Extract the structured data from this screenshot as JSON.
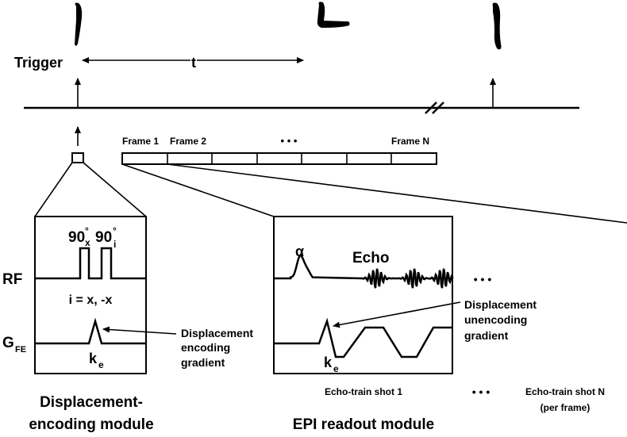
{
  "timeline": {
    "trigger_label": "Trigger",
    "interval_label": "t"
  },
  "frames": {
    "labels": [
      "Frame 1",
      "Frame 2",
      "Frame N"
    ],
    "ellipsis": "• • •"
  },
  "displacement_module": {
    "pulse_label_main": "90",
    "pulse_label_sup": "°",
    "pulse_label_sub_first": "x",
    "pulse_label_sub_second": "i",
    "rf_label": "RF",
    "phase_label": "i = x, -x",
    "gradient_label_main": "G",
    "gradient_label_sub": "FE",
    "ke_label_main": "k",
    "ke_label_sub": "e",
    "annotation_lines": [
      "Displacement",
      "encoding",
      "gradient"
    ],
    "title_lines": [
      "Displacement-",
      "encoding module"
    ]
  },
  "epi_module": {
    "alpha_label": "α",
    "echo_label": "Echo",
    "ke_label_main": "k",
    "ke_label_sub": "e",
    "annotation_lines": [
      "Displacement",
      "unencoding",
      "gradient"
    ],
    "rf_ellipsis": "• • •",
    "shot_ellipsis": "• • •",
    "shot_first": "Echo-train shot 1",
    "shot_last_lines": [
      "Echo-train shot N",
      "(per frame)"
    ],
    "title": "EPI readout module"
  }
}
